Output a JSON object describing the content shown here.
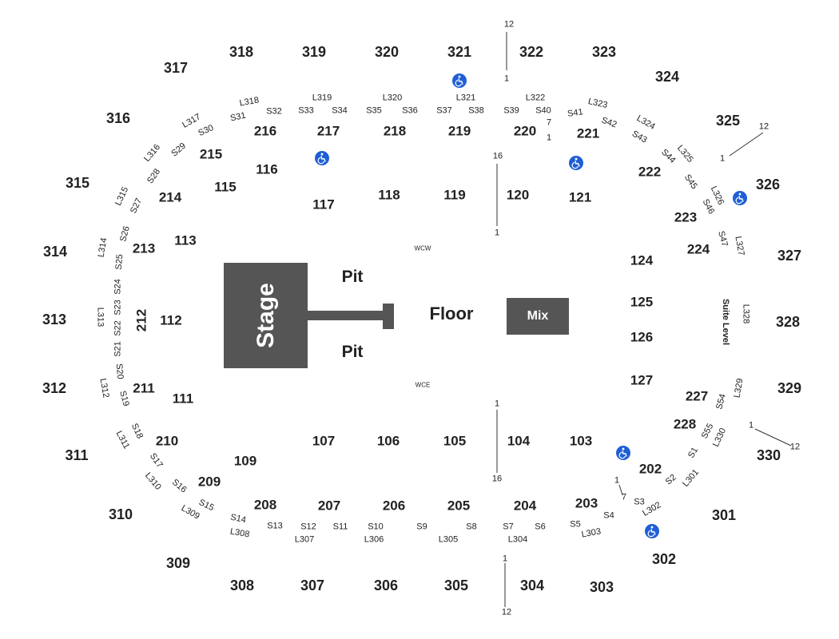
{
  "venue": {
    "stage_label": "Stage",
    "floor_label": "Floor",
    "pit_label": "Pit",
    "mix_label": "Mix",
    "wcw_label": "WCW",
    "wce_label": "WCE",
    "suite_level_label": "Suite Level"
  },
  "colors": {
    "stage": "#555555",
    "ada": "#1f5fd6",
    "text": "#222222",
    "background": "#ffffff"
  },
  "icons": {
    "accessible": "wheelchair-icon"
  },
  "sections_300": [
    "301",
    "302",
    "303",
    "304",
    "305",
    "306",
    "307",
    "308",
    "309",
    "310",
    "311",
    "312",
    "313",
    "314",
    "315",
    "316",
    "317",
    "318",
    "319",
    "320",
    "321",
    "322",
    "323",
    "324",
    "325",
    "326",
    "327",
    "328",
    "329",
    "330"
  ],
  "sections_200": [
    "202",
    "203",
    "204",
    "205",
    "206",
    "207",
    "208",
    "209",
    "210",
    "211",
    "212",
    "213",
    "214",
    "215",
    "216",
    "217",
    "218",
    "219",
    "220",
    "221",
    "222",
    "223",
    "224",
    "227",
    "228"
  ],
  "sections_100": [
    "103",
    "104",
    "105",
    "106",
    "107",
    "109",
    "111",
    "112",
    "113",
    "115",
    "116",
    "117",
    "118",
    "119",
    "120",
    "121",
    "124",
    "125",
    "126",
    "127"
  ],
  "loge_boxes": [
    "L301",
    "L302",
    "L303",
    "L304",
    "L305",
    "L306",
    "L307",
    "L308",
    "L309",
    "L310",
    "L311",
    "L312",
    "L313",
    "L314",
    "L315",
    "L316",
    "L317",
    "L318",
    "L319",
    "L320",
    "L321",
    "L322",
    "L323",
    "L324",
    "L325",
    "L326",
    "L327",
    "L328",
    "L329",
    "L330"
  ],
  "suites": [
    "S1",
    "S2",
    "S3",
    "S4",
    "S5",
    "S6",
    "S7",
    "S8",
    "S9",
    "S10",
    "S11",
    "S12",
    "S13",
    "S14",
    "S15",
    "S16",
    "S17",
    "S18",
    "S19",
    "S20",
    "S21",
    "S22",
    "S23",
    "S24",
    "S25",
    "S26",
    "S27",
    "S28",
    "S29",
    "S30",
    "S31",
    "S32",
    "S33",
    "S34",
    "S35",
    "S36",
    "S37",
    "S38",
    "S39",
    "S40",
    "S41",
    "S42",
    "S43",
    "S44",
    "S45",
    "S46",
    "S47",
    "S54",
    "S55"
  ],
  "row_markers": [
    {
      "id": "top-321",
      "first": "1",
      "last": "12"
    },
    {
      "id": "top-120",
      "first": "16",
      "last": "1"
    },
    {
      "id": "top-220",
      "first": "7",
      "last": "1"
    },
    {
      "id": "right-325",
      "first": "1",
      "last": "12"
    },
    {
      "id": "right-330",
      "first": "1",
      "last": "12"
    },
    {
      "id": "bottom-104",
      "first": "1",
      "last": "16"
    },
    {
      "id": "bottom-203",
      "first": "1",
      "last": "7"
    },
    {
      "id": "bottom-304",
      "first": "1",
      "last": "12"
    }
  ]
}
